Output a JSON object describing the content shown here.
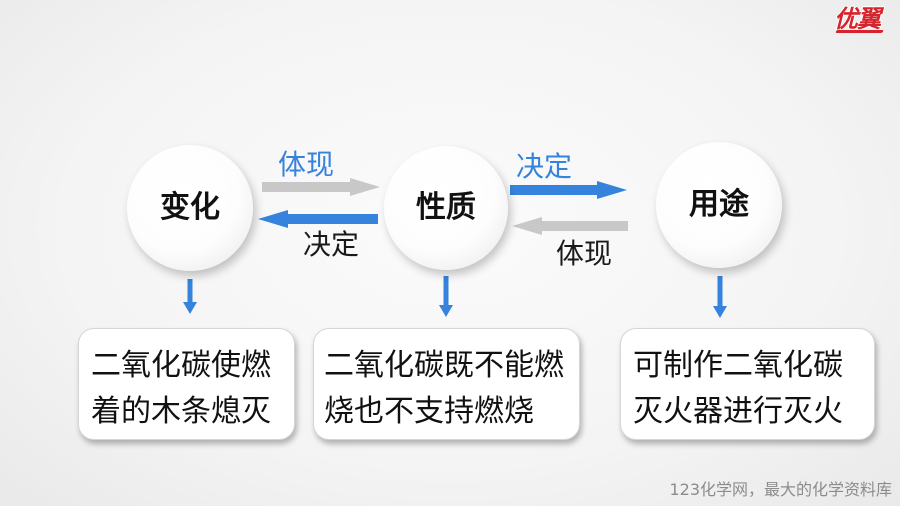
{
  "logo": {
    "text": "优翼"
  },
  "nodes": [
    {
      "label": "变化"
    },
    {
      "label": "性质"
    },
    {
      "label": "用途"
    }
  ],
  "links": [
    {
      "top_label": "体现",
      "bottom_label": "决定"
    },
    {
      "top_label": "决定",
      "bottom_label": "体现"
    }
  ],
  "boxes": [
    {
      "lines": [
        "二氧化碳使燃",
        "着的木条熄灭"
      ]
    },
    {
      "lines": [
        "二氧化碳既不能燃",
        "烧也不支持燃烧"
      ]
    },
    {
      "lines": [
        "可制作二氧化碳",
        "灭火器进行灭火"
      ]
    }
  ],
  "footer": {
    "text": "123化学网，最大的化学资料库"
  },
  "colors": {
    "accent_blue": "#3583dc",
    "arrow_gray": "#c8c8c8",
    "logo_red": "#d7232b"
  }
}
